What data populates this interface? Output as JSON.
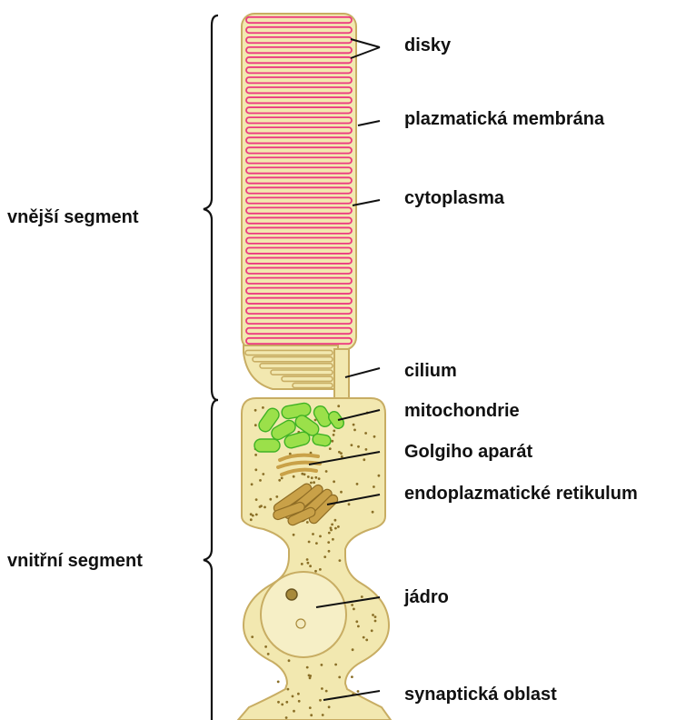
{
  "labels": {
    "outer_segment": "vnější segment",
    "inner_segment": "vnitřní segment",
    "disks": "disky",
    "plasma_membrane": "plazmatická membrána",
    "cytoplasm": "cytoplasma",
    "cilium": "cilium",
    "mitochondria": "mitochondrie",
    "golgi": "Golgiho aparát",
    "er": "endoplazmatické retikulum",
    "nucleus": "jádro",
    "synaptic": "synaptická oblast"
  },
  "colors": {
    "cell_fill": "#f2e8b0",
    "cell_stroke": "#c8ad63",
    "disk": "#ec3a80",
    "mitochondria_fill": "#9be04a",
    "mitochondria_stroke": "#3fb224",
    "er_fill": "#c9a148",
    "dot": "#8a6f27",
    "line": "#111111"
  }
}
